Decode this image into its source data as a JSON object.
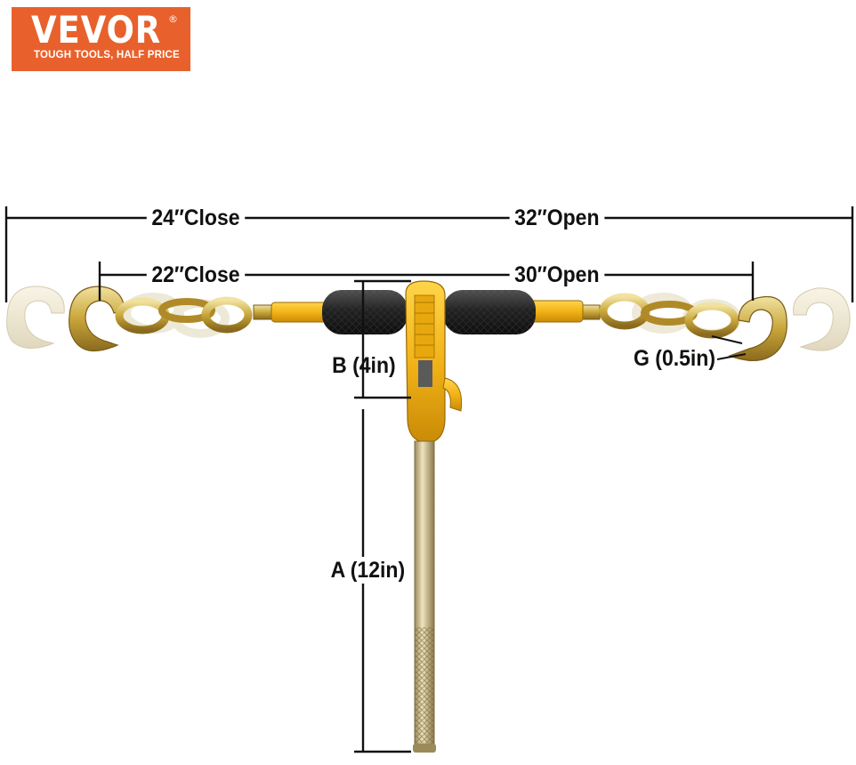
{
  "brand": {
    "name": "VEVOR",
    "registered_mark": "®",
    "tagline": "TOUGH TOOLS, HALF PRICE",
    "color": "#e8612c"
  },
  "dimensions": {
    "outer_close": "24″Close",
    "outer_open": "32″Open",
    "inner_close": "22″Close",
    "inner_open": "30″Open",
    "b_label": "B (4in)",
    "a_label": "A (12in)",
    "g_label": "G (0.5in)"
  },
  "colors": {
    "body_yellow": "#f2b318",
    "grip_black": "#2a2a2a",
    "chain_gold": "#c9a63a",
    "hook_gold": "#d8c27a",
    "dimension_line": "#111111"
  }
}
